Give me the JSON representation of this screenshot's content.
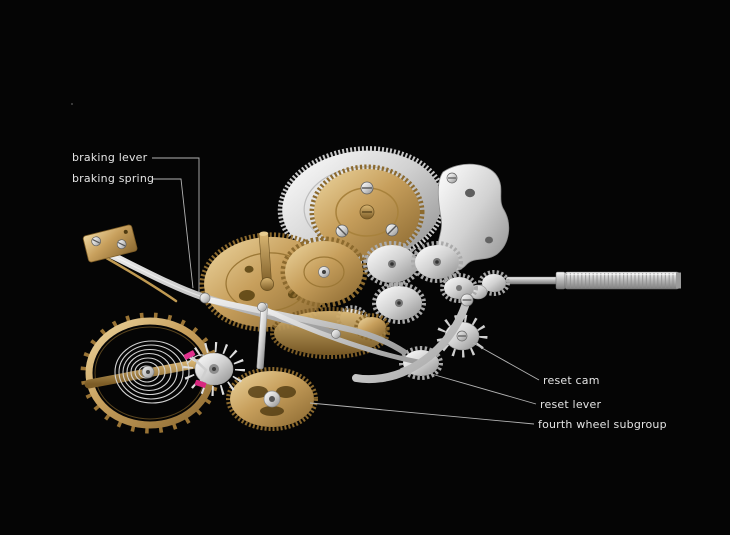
{
  "labels": {
    "braking_lever": "braking lever",
    "braking_spring": "braking spring",
    "reset_cam": "reset cam",
    "reset_lever": "reset lever",
    "fourth_wheel_subgroup": "fourth wheel subgroup"
  },
  "colors": {
    "background": "#050505",
    "gold": "#c79f5c",
    "gold_dark": "#8a6830",
    "silver": "#d2d2d2",
    "jewel_pink": "#e0308c",
    "label_text": "#e4e4e4",
    "leader_line": "#b3b3b3"
  }
}
